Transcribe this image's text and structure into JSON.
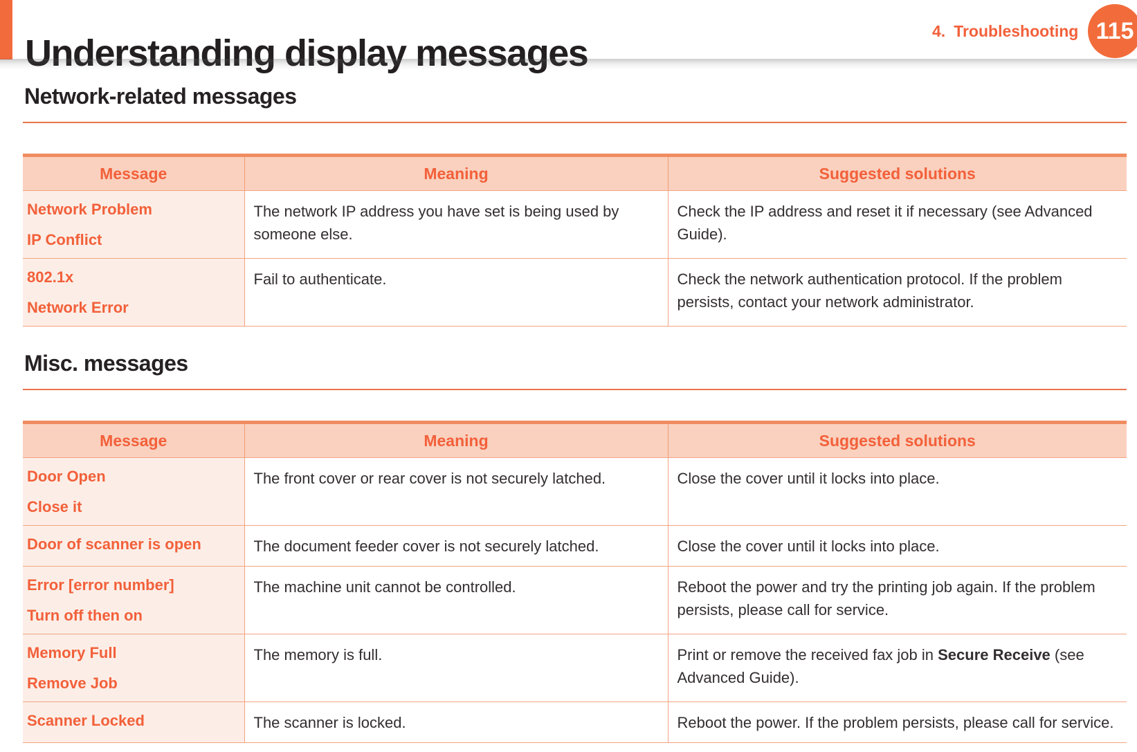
{
  "header": {
    "title": "Understanding display messages",
    "chapter_number": "4.",
    "chapter_name": "Troubleshooting",
    "page_number": "115"
  },
  "colors": {
    "accent_orange": "#F2603A",
    "badge_orange": "#F26C3B",
    "sidebar_bar_orange": "#F26B3D",
    "table_header_bg": "#FAD1BF",
    "message_cell_bg": "#FCEEE7",
    "table_border": "#F3A381",
    "title_text": "#231F20",
    "body_text": "#332E2F"
  },
  "sections": [
    {
      "heading": "Network-related messages",
      "table": {
        "headers": [
          "Message",
          "Meaning",
          "Suggested solutions"
        ],
        "rows": [
          {
            "message": [
              "Network Problem",
              "IP Conflict"
            ],
            "meaning": "The network IP address you have set is being used by someone else.",
            "solution": [
              {
                "text": "Check the IP address and reset it if necessary (see Advanced Guide)."
              }
            ]
          },
          {
            "message": [
              "802.1x",
              "Network Error"
            ],
            "meaning": "Fail to authenticate.",
            "solution": [
              {
                "text": "Check the network authentication protocol. If the problem persists, contact your network administrator."
              }
            ]
          }
        ]
      }
    },
    {
      "heading": "Misc. messages",
      "table": {
        "headers": [
          "Message",
          "Meaning",
          "Suggested solutions"
        ],
        "rows": [
          {
            "message": [
              "Door Open",
              "Close it"
            ],
            "meaning": "The front cover or rear cover is not securely latched.",
            "solution": [
              {
                "text": "Close the cover until it locks into place."
              }
            ]
          },
          {
            "message": [
              "Door of scanner is open"
            ],
            "meaning": "The document feeder cover is not securely latched.",
            "solution": [
              {
                "text": "Close the cover until it locks into place."
              }
            ]
          },
          {
            "message": [
              "Error [error number]",
              "Turn off then on"
            ],
            "meaning": "The machine unit cannot be controlled.",
            "solution": [
              {
                "text": "Reboot the power and try the printing job again. If the problem persists, please call for service."
              }
            ]
          },
          {
            "message": [
              "Memory Full",
              "Remove Job"
            ],
            "meaning": "The memory is full.",
            "solution": [
              {
                "text": "Print or remove the received fax job in "
              },
              {
                "text": "Secure Receive",
                "bold": true
              },
              {
                "text": " (see Advanced Guide)."
              }
            ]
          },
          {
            "message": [
              "Scanner Locked"
            ],
            "meaning": "The scanner is locked.",
            "solution": [
              {
                "text": "Reboot the power. If the problem persists, please call for service."
              }
            ]
          }
        ]
      }
    }
  ]
}
